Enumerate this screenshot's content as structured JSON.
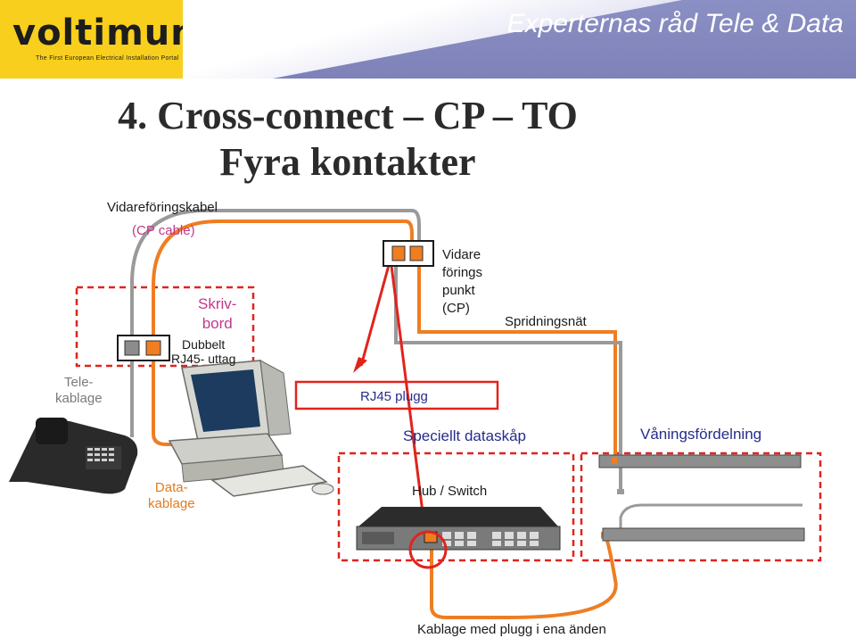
{
  "header": {
    "logo_text": "voltimum",
    "logo_tagline": "The First European Electrical Installation Portal",
    "title": "Experternas råd Tele & Data",
    "brand_color": "#f8cf1c",
    "bar_color": "#8a8fc4"
  },
  "slide": {
    "title_line1": "4. Cross-connect – CP – TO",
    "title_line2": "Fyra kontakter"
  },
  "labels": {
    "cp_cable_line1": "Vidareföringskabel",
    "cp_cable_line2": "(CP cable)",
    "desk": "Skriv-\nbord",
    "outlet": "Dubbelt\nRJ45- uttag",
    "tele": "Tele-\nkablage",
    "data": "Data-\nkablage",
    "cp": "Vidare\nförings\npunkt\n(CP)",
    "network": "Spridningsnät",
    "rj45": "RJ45 plugg",
    "special_cabinet": "Speciellt dataskåp",
    "floor_distributor": "Våningsfördelning",
    "hub": "Hub / Switch",
    "patch_cable": "Kablage med plugg i ena änden"
  },
  "colors": {
    "orange": "#ef7d22",
    "grey_cable": "#9a9a9a",
    "red": "#e0241c",
    "purple_text": "#c2388a",
    "blue_text": "#262d8a"
  }
}
